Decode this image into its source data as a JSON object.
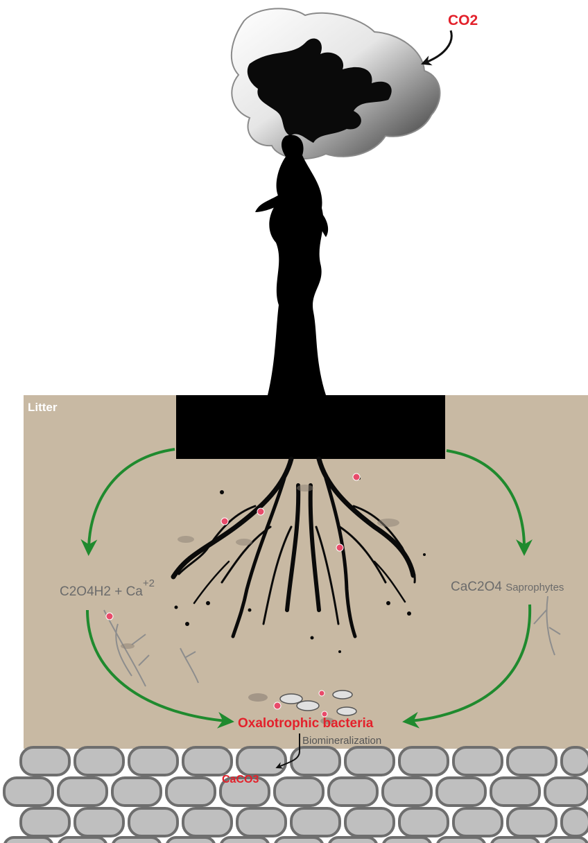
{
  "labels": {
    "co2": "CO2",
    "litter": "Litter",
    "left_formula_main": "C2O4H2 + Ca",
    "left_formula_sup": "+2",
    "right_formula_main": "CaC2O4",
    "right_formula_tail": "Saprophytes",
    "oxalotrophic": "Oxalotrophic bacteria",
    "biomineralization": "Biomineralization",
    "caco3": "CaCO3"
  },
  "colors": {
    "soil": "#c8b9a3",
    "rock": "#bfbfbf",
    "rock_stroke": "#6e6e6e",
    "arrow_green": "#1f8a2e",
    "accent_red": "#e3212b",
    "tree": "#000000"
  },
  "icons": {
    "tree": "tree-silhouette-icon",
    "roots": "root-system-icon",
    "fungi": "fungal-hyphae-icon",
    "bacteria": "bacteria-cell-icon",
    "crystal": "calcium-oxalate-crystal-icon"
  }
}
